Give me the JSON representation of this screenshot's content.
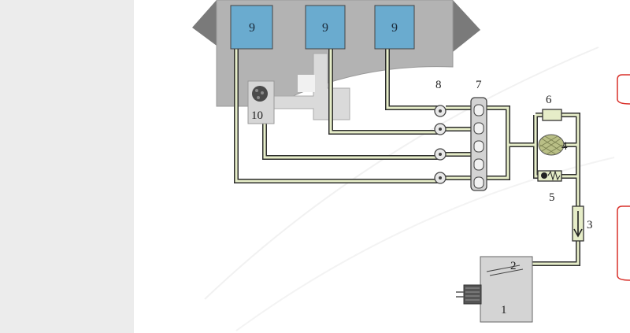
{
  "labels": {
    "ecu_a": "9",
    "ecu_b": "9",
    "ecu_c": "9",
    "sensor": "10",
    "tank": "1",
    "level": "2",
    "check_valve": "3",
    "filter": "4",
    "relief_valve": "5",
    "pressure_regulator": "6",
    "distributor": "7",
    "fittings": "8"
  },
  "colors": {
    "panel": "#ececec",
    "housing": "#b3b3b3",
    "box": "#6aabcf",
    "tube": "#e6edc8",
    "tube_outline": "#2e2e2e",
    "bracket": "#d9302a"
  }
}
